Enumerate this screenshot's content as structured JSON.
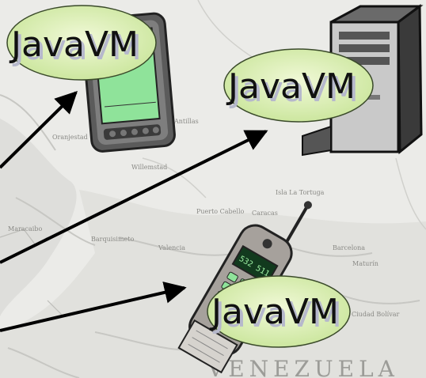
{
  "labels": {
    "vm_top_left": "JavaVM",
    "vm_top_right": "JavaVM",
    "vm_bottom": "JavaVM"
  },
  "phone_display": "532 511",
  "map_labels": {
    "country": "VENEZUELA",
    "willemstad": "Willemstad",
    "oranjestad": "Oranjestad",
    "antillas": "Antillas",
    "caracas": "Caracas",
    "puerto_cabello": "Puerto Cabello",
    "maracaibo": "Maracaibo",
    "barquisimeto": "Barquisimeto",
    "valencia": "Valencia",
    "barcelona": "Barcelona",
    "maturin": "Maturín",
    "ciudad_bolivar": "Ciudad Bolívar",
    "la_tortuga": "Isla La Tortuga"
  },
  "colors": {
    "ellipse_fill": "#dff0b0",
    "device_green": "#8fe39a",
    "arrow": "#000000"
  }
}
